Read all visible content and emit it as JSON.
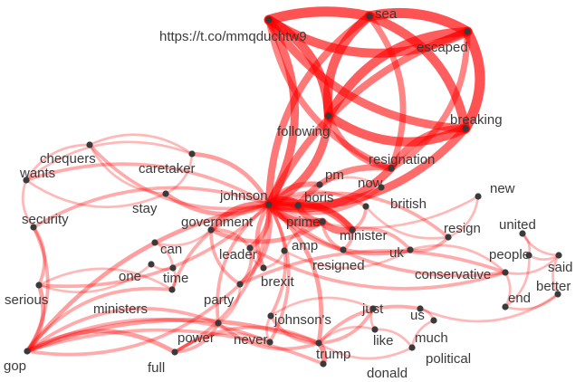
{
  "diagram": {
    "type": "word-cooccurrence-network",
    "edge_color": "#ff0000",
    "node_color": "#3a3a3a",
    "label_color": "#3a3a3a",
    "nodes": [
      {
        "id": "url",
        "label": "https://t.co/mmqduchtw9"
      },
      {
        "id": "sea",
        "label": "sea"
      },
      {
        "id": "escaped",
        "label": "escaped"
      },
      {
        "id": "following",
        "label": "following"
      },
      {
        "id": "breaking",
        "label": "breaking"
      },
      {
        "id": "chequers",
        "label": "chequers"
      },
      {
        "id": "caretaker",
        "label": "caretaker"
      },
      {
        "id": "wants",
        "label": "wants"
      },
      {
        "id": "resignation",
        "label": "resignation"
      },
      {
        "id": "pm",
        "label": "pm"
      },
      {
        "id": "now",
        "label": "now"
      },
      {
        "id": "new",
        "label": "new"
      },
      {
        "id": "johnson",
        "label": "johnson"
      },
      {
        "id": "boris",
        "label": "boris"
      },
      {
        "id": "stay",
        "label": "stay"
      },
      {
        "id": "british",
        "label": "british"
      },
      {
        "id": "security",
        "label": "security"
      },
      {
        "id": "government",
        "label": "government"
      },
      {
        "id": "prime",
        "label": "prime"
      },
      {
        "id": "minister",
        "label": "minister"
      },
      {
        "id": "resign",
        "label": "resign"
      },
      {
        "id": "united",
        "label": "united"
      },
      {
        "id": "can",
        "label": "can"
      },
      {
        "id": "leader",
        "label": "leader"
      },
      {
        "id": "amp",
        "label": "amp"
      },
      {
        "id": "uk",
        "label": "uk"
      },
      {
        "id": "people",
        "label": "people"
      },
      {
        "id": "said",
        "label": "said"
      },
      {
        "id": "one",
        "label": "one"
      },
      {
        "id": "time",
        "label": "time"
      },
      {
        "id": "resigned",
        "label": "resigned"
      },
      {
        "id": "brexit",
        "label": "brexit"
      },
      {
        "id": "conservative",
        "label": "conservative"
      },
      {
        "id": "serious",
        "label": "serious"
      },
      {
        "id": "party",
        "label": "party"
      },
      {
        "id": "better",
        "label": "better"
      },
      {
        "id": "ministers",
        "label": "ministers"
      },
      {
        "id": "end",
        "label": "end"
      },
      {
        "id": "johnsons",
        "label": "johnson's"
      },
      {
        "id": "just",
        "label": "just"
      },
      {
        "id": "us",
        "label": "us"
      },
      {
        "id": "power",
        "label": "power"
      },
      {
        "id": "never",
        "label": "never"
      },
      {
        "id": "like",
        "label": "like"
      },
      {
        "id": "much",
        "label": "much"
      },
      {
        "id": "trump",
        "label": "trump"
      },
      {
        "id": "gop",
        "label": "gop"
      },
      {
        "id": "full",
        "label": "full"
      },
      {
        "id": "political",
        "label": "political"
      },
      {
        "id": "donald",
        "label": "donald"
      }
    ],
    "edges": [
      {
        "source": "url",
        "target": "sea",
        "weight": 10
      },
      {
        "source": "url",
        "target": "escaped",
        "weight": 9
      },
      {
        "source": "url",
        "target": "following",
        "weight": 9
      },
      {
        "source": "url",
        "target": "breaking",
        "weight": 8
      },
      {
        "source": "url",
        "target": "johnson",
        "weight": 8
      },
      {
        "source": "url",
        "target": "resignation",
        "weight": 6
      },
      {
        "source": "sea",
        "target": "escaped",
        "weight": 10
      },
      {
        "source": "sea",
        "target": "following",
        "weight": 9
      },
      {
        "source": "sea",
        "target": "breaking",
        "weight": 9
      },
      {
        "source": "sea",
        "target": "johnson",
        "weight": 7
      },
      {
        "source": "sea",
        "target": "resignation",
        "weight": 6
      },
      {
        "source": "escaped",
        "target": "following",
        "weight": 9
      },
      {
        "source": "escaped",
        "target": "breaking",
        "weight": 10
      },
      {
        "source": "escaped",
        "target": "johnson",
        "weight": 7
      },
      {
        "source": "escaped",
        "target": "resignation",
        "weight": 6
      },
      {
        "source": "following",
        "target": "breaking",
        "weight": 9
      },
      {
        "source": "following",
        "target": "johnson",
        "weight": 8
      },
      {
        "source": "following",
        "target": "resignation",
        "weight": 6
      },
      {
        "source": "breaking",
        "target": "johnson",
        "weight": 8
      },
      {
        "source": "breaking",
        "target": "resignation",
        "weight": 7
      },
      {
        "source": "resignation",
        "target": "johnson",
        "weight": 8
      },
      {
        "source": "resignation",
        "target": "boris",
        "weight": 6
      },
      {
        "source": "johnson",
        "target": "boris",
        "weight": 9
      },
      {
        "source": "johnson",
        "target": "prime",
        "weight": 8
      },
      {
        "source": "johnson",
        "target": "minister",
        "weight": 7
      },
      {
        "source": "johnson",
        "target": "government",
        "weight": 6
      },
      {
        "source": "johnson",
        "target": "pm",
        "weight": 5
      },
      {
        "source": "johnson",
        "target": "now",
        "weight": 4
      },
      {
        "source": "johnson",
        "target": "leader",
        "weight": 5
      },
      {
        "source": "johnson",
        "target": "caretaker",
        "weight": 4
      },
      {
        "source": "johnson",
        "target": "chequers",
        "weight": 3
      },
      {
        "source": "johnson",
        "target": "wants",
        "weight": 3
      },
      {
        "source": "johnson",
        "target": "stay",
        "weight": 4
      },
      {
        "source": "johnson",
        "target": "security",
        "weight": 3
      },
      {
        "source": "johnson",
        "target": "serious",
        "weight": 3
      },
      {
        "source": "johnson",
        "target": "gop",
        "weight": 4
      },
      {
        "source": "johnson",
        "target": "party",
        "weight": 4
      },
      {
        "source": "johnson",
        "target": "brexit",
        "weight": 4
      },
      {
        "source": "johnson",
        "target": "trump",
        "weight": 4
      },
      {
        "source": "johnson",
        "target": "conservative",
        "weight": 3
      },
      {
        "source": "johnson",
        "target": "resign",
        "weight": 3
      },
      {
        "source": "johnson",
        "target": "uk",
        "weight": 4
      },
      {
        "source": "johnson",
        "target": "british",
        "weight": 3
      },
      {
        "source": "johnson",
        "target": "new",
        "weight": 2
      },
      {
        "source": "johnson",
        "target": "johnsons",
        "weight": 3
      },
      {
        "source": "johnson",
        "target": "power",
        "weight": 3
      },
      {
        "source": "johnson",
        "target": "full",
        "weight": 3
      },
      {
        "source": "johnson",
        "target": "ministers",
        "weight": 3
      },
      {
        "source": "johnson",
        "target": "never",
        "weight": 3
      },
      {
        "source": "boris",
        "target": "prime",
        "weight": 6
      },
      {
        "source": "boris",
        "target": "minister",
        "weight": 5
      },
      {
        "source": "prime",
        "target": "minister",
        "weight": 7
      },
      {
        "source": "prime",
        "target": "government",
        "weight": 4
      },
      {
        "source": "prime",
        "target": "resigned",
        "weight": 3
      },
      {
        "source": "minister",
        "target": "resigned",
        "weight": 3
      },
      {
        "source": "minister",
        "target": "british",
        "weight": 3
      },
      {
        "source": "minister",
        "target": "uk",
        "weight": 3
      },
      {
        "source": "government",
        "target": "party",
        "weight": 3
      },
      {
        "source": "government",
        "target": "leader",
        "weight": 3
      },
      {
        "source": "leader",
        "target": "conservative",
        "weight": 3
      },
      {
        "source": "leader",
        "target": "party",
        "weight": 3
      },
      {
        "source": "conservative",
        "target": "party",
        "weight": 3
      },
      {
        "source": "resign",
        "target": "uk",
        "weight": 3
      },
      {
        "source": "united",
        "target": "said",
        "weight": 2
      },
      {
        "source": "united",
        "target": "people",
        "weight": 2
      },
      {
        "source": "people",
        "target": "said",
        "weight": 2
      },
      {
        "source": "better",
        "target": "end",
        "weight": 2
      },
      {
        "source": "said",
        "target": "better",
        "weight": 2
      },
      {
        "source": "trump",
        "target": "donald",
        "weight": 5
      },
      {
        "source": "trump",
        "target": "gop",
        "weight": 4
      },
      {
        "source": "trump",
        "target": "johnsons",
        "weight": 3
      },
      {
        "source": "trump",
        "target": "just",
        "weight": 3
      },
      {
        "source": "trump",
        "target": "us",
        "weight": 3
      },
      {
        "source": "trump",
        "target": "political",
        "weight": 2
      },
      {
        "source": "trump",
        "target": "like",
        "weight": 2
      },
      {
        "source": "trump",
        "target": "full",
        "weight": 3
      },
      {
        "source": "trump",
        "target": "power",
        "weight": 3
      },
      {
        "source": "donald",
        "target": "gop",
        "weight": 3
      },
      {
        "source": "gop",
        "target": "full",
        "weight": 4
      },
      {
        "source": "gop",
        "target": "serious",
        "weight": 4
      },
      {
        "source": "gop",
        "target": "power",
        "weight": 3
      },
      {
        "source": "gop",
        "target": "security",
        "weight": 3
      },
      {
        "source": "gop",
        "target": "ministers",
        "weight": 3
      },
      {
        "source": "gop",
        "target": "party",
        "weight": 3
      },
      {
        "source": "gop",
        "target": "never",
        "weight": 3
      },
      {
        "source": "full",
        "target": "power",
        "weight": 3
      },
      {
        "source": "full",
        "target": "never",
        "weight": 2
      },
      {
        "source": "serious",
        "target": "security",
        "weight": 3
      },
      {
        "source": "serious",
        "target": "ministers",
        "weight": 2
      },
      {
        "source": "serious",
        "target": "one",
        "weight": 2
      },
      {
        "source": "security",
        "target": "wants",
        "weight": 2
      },
      {
        "source": "chequers",
        "target": "wants",
        "weight": 2
      },
      {
        "source": "chequers",
        "target": "caretaker",
        "weight": 2
      },
      {
        "source": "chequers",
        "target": "stay",
        "weight": 2
      },
      {
        "source": "caretaker",
        "target": "stay",
        "weight": 2
      },
      {
        "source": "caretaker",
        "target": "wants",
        "weight": 2
      },
      {
        "source": "stay",
        "target": "wants",
        "weight": 2
      },
      {
        "source": "one",
        "target": "time",
        "weight": 2
      },
      {
        "source": "can",
        "target": "time",
        "weight": 2
      },
      {
        "source": "ministers",
        "target": "time",
        "weight": 2
      },
      {
        "source": "party",
        "target": "power",
        "weight": 2
      },
      {
        "source": "johnsons",
        "target": "never",
        "weight": 2
      },
      {
        "source": "johnsons",
        "target": "just",
        "weight": 2
      },
      {
        "source": "just",
        "target": "like",
        "weight": 2
      },
      {
        "source": "us",
        "target": "much",
        "weight": 2
      },
      {
        "source": "much",
        "target": "political",
        "weight": 2
      },
      {
        "source": "uk",
        "target": "conservative",
        "weight": 2
      },
      {
        "source": "british",
        "target": "resign",
        "weight": 2
      },
      {
        "source": "new",
        "target": "resign",
        "weight": 2
      },
      {
        "source": "brexit",
        "target": "amp",
        "weight": 2
      },
      {
        "source": "amp",
        "target": "prime",
        "weight": 2
      },
      {
        "source": "now",
        "target": "pm",
        "weight": 2
      },
      {
        "source": "conservative",
        "target": "end",
        "weight": 2
      },
      {
        "source": "conservative",
        "target": "said",
        "weight": 2
      },
      {
        "source": "people",
        "target": "end",
        "weight": 2
      },
      {
        "source": "us",
        "target": "better",
        "weight": 2
      },
      {
        "source": "like",
        "target": "political",
        "weight": 2
      },
      {
        "source": "amp",
        "target": "uk",
        "weight": 2
      },
      {
        "source": "government",
        "target": "can",
        "weight": 2
      },
      {
        "source": "leader",
        "target": "brexit",
        "weight": 2
      }
    ]
  }
}
